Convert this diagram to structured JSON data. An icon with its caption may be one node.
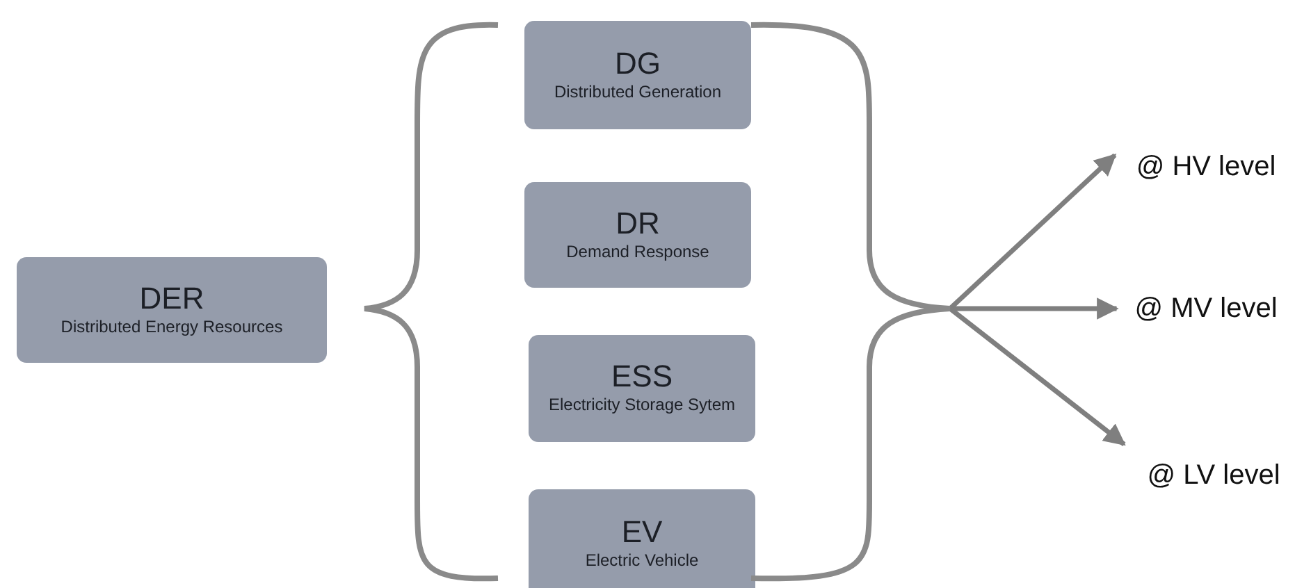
{
  "diagram": {
    "nodes": [
      {
        "text": [
          "DER",
          "Distributed Energy Resources"
        ]
      },
      {
        "text": [
          "DG",
          "Distributed Generation"
        ]
      },
      {
        "text": [
          "DR",
          "Demand Response"
        ]
      },
      {
        "text": [
          "ESS",
          "Electricity Storage Sytem"
        ]
      },
      {
        "text": [
          "EV",
          "Electric Vehicle"
        ]
      },
      {
        "text": [
          "@ HV level"
        ]
      },
      {
        "text": [
          "@ MV level"
        ]
      },
      {
        "text": [
          "@ LV level"
        ]
      },
      {
        "text": [],
        "shape": "bracket"
      }
    ],
    "edges": [
      {
        "from": 8,
        "to": 5,
        "arrow": "to"
      },
      {
        "from": 8,
        "to": 6,
        "arrow": "to"
      },
      {
        "from": 8,
        "to": 7,
        "arrow": "to"
      }
    ]
  }
}
